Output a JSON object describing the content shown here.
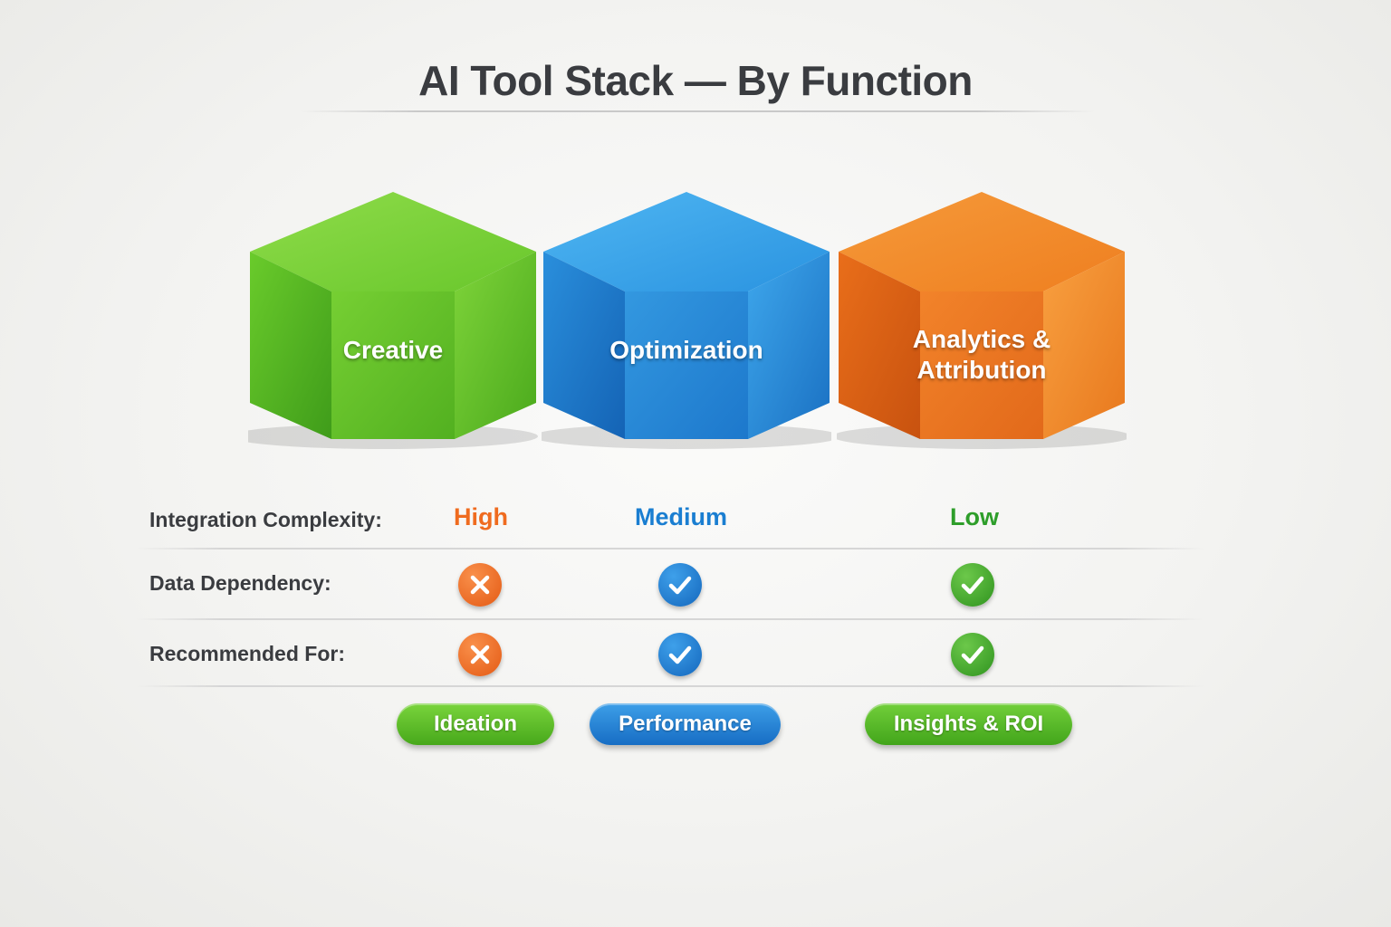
{
  "title": "AI Tool Stack — By Function",
  "categories": [
    {
      "label_lines": [
        "Creative"
      ],
      "color": "#5cc02a",
      "complexity": "High",
      "complexity_color": "#ef6b1f",
      "data_dependency": "x",
      "recommended": "x",
      "pill": "Ideation",
      "pill_color": "#54b823"
    },
    {
      "label_lines": [
        "Optimization"
      ],
      "color": "#1f87d8",
      "complexity": "Medium",
      "complexity_color": "#1a7ed1",
      "data_dependency": "check",
      "recommended": "check",
      "pill": "Performance",
      "pill_color": "#1b7fd4"
    },
    {
      "label_lines": [
        "Analytics &",
        "Attribution"
      ],
      "color": "#f07a1c",
      "complexity": "Low",
      "complexity_color": "#2e9e2a",
      "data_dependency": "check",
      "recommended": "check",
      "pill": "Insights & ROI",
      "pill_color": "#4fb526"
    }
  ],
  "rows": {
    "complexity": "Integration Complexity:",
    "data_dependency": "Data Dependency:",
    "recommended": "Recommended For:"
  },
  "icons": {
    "x": "x-circle-icon",
    "check": "check-circle-icon"
  },
  "mark_colors": {
    "x": "#ee6a21",
    "check_blue": "#1b7fd4",
    "check_green": "#3ea52a"
  }
}
